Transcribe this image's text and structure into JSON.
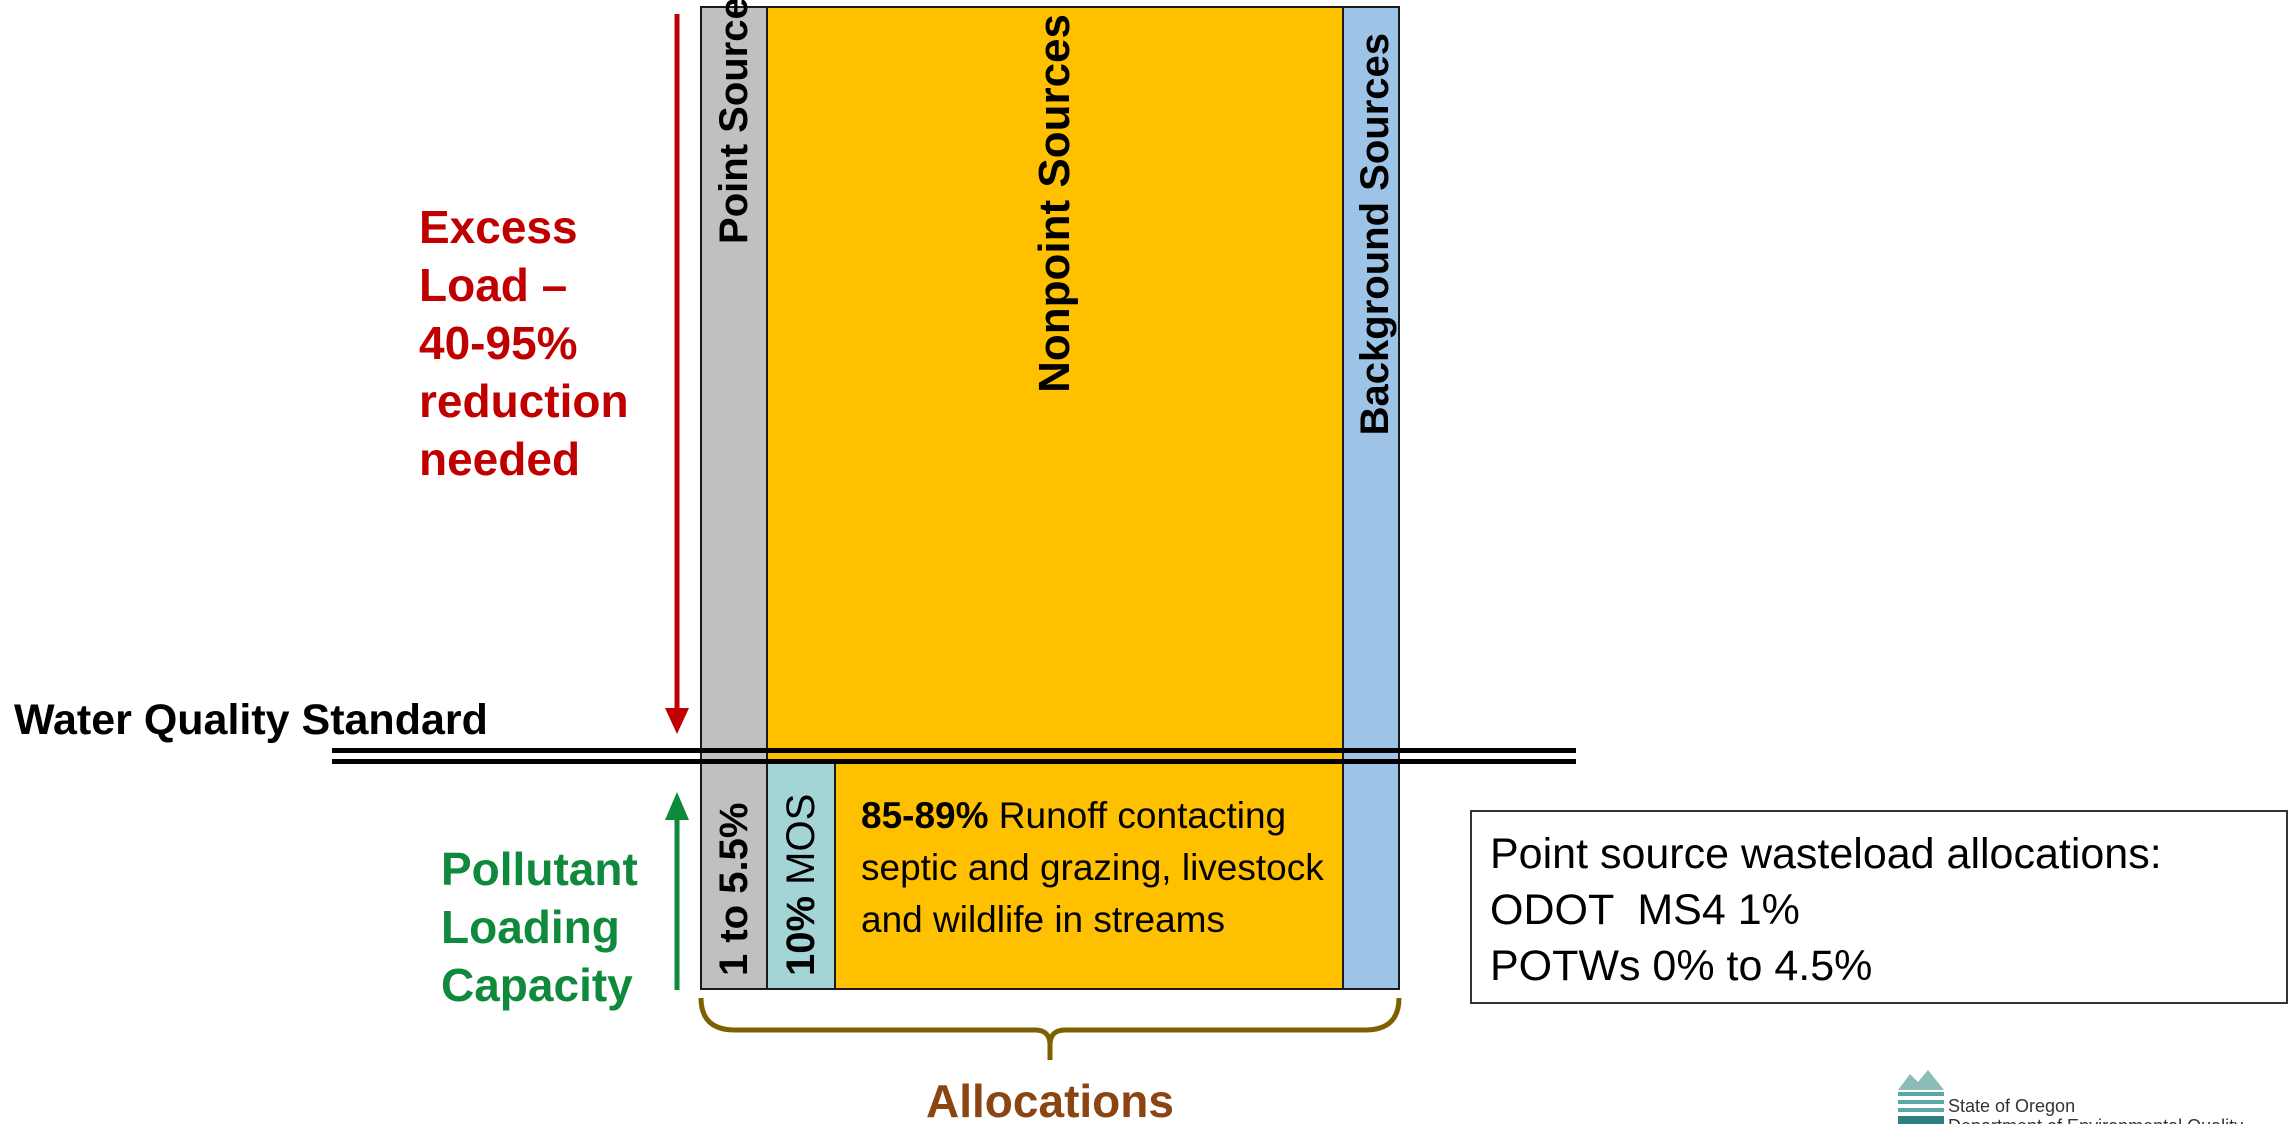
{
  "excess_load": {
    "lines": [
      "Excess",
      "Load –",
      "40-95%",
      "reduction",
      "needed"
    ]
  },
  "standard_label": "Water Quality Standard",
  "capacity": {
    "lines": [
      "Pollutant",
      "Loading",
      "Capacity"
    ]
  },
  "columns": {
    "point_sources": "Point Sources",
    "nonpoint_sources": "Nonpoint Sources",
    "background_sources": "Background Sources"
  },
  "lower": {
    "point_pct": "1 to 5.5%",
    "mos_bold": "10%",
    "mos_text": " MOS",
    "nps_bold": "85-89%",
    "nps_line1": " Runoff contacting",
    "nps_line2": "septic and grazing, livestock",
    "nps_line3": "and wildlife in streams"
  },
  "allocations_label": "Allocations",
  "wasteload_box": {
    "title": "Point source wasteload allocations:",
    "line1": "ODOT  MS4 1%",
    "line2": "POTWs 0% to 4.5%"
  },
  "logo": {
    "text1": "State of Oregon",
    "text2": "Department of Environmental Quality"
  },
  "colors": {
    "point_gray": "#c0c0c0",
    "nonpoint_orange": "#ffc000",
    "background_blue": "#9dc3e6",
    "mos_teal": "#a3d5d6",
    "excess_red": "#c00000",
    "capacity_green": "#0f8a3c",
    "allocations_brown": "#8b4513"
  }
}
